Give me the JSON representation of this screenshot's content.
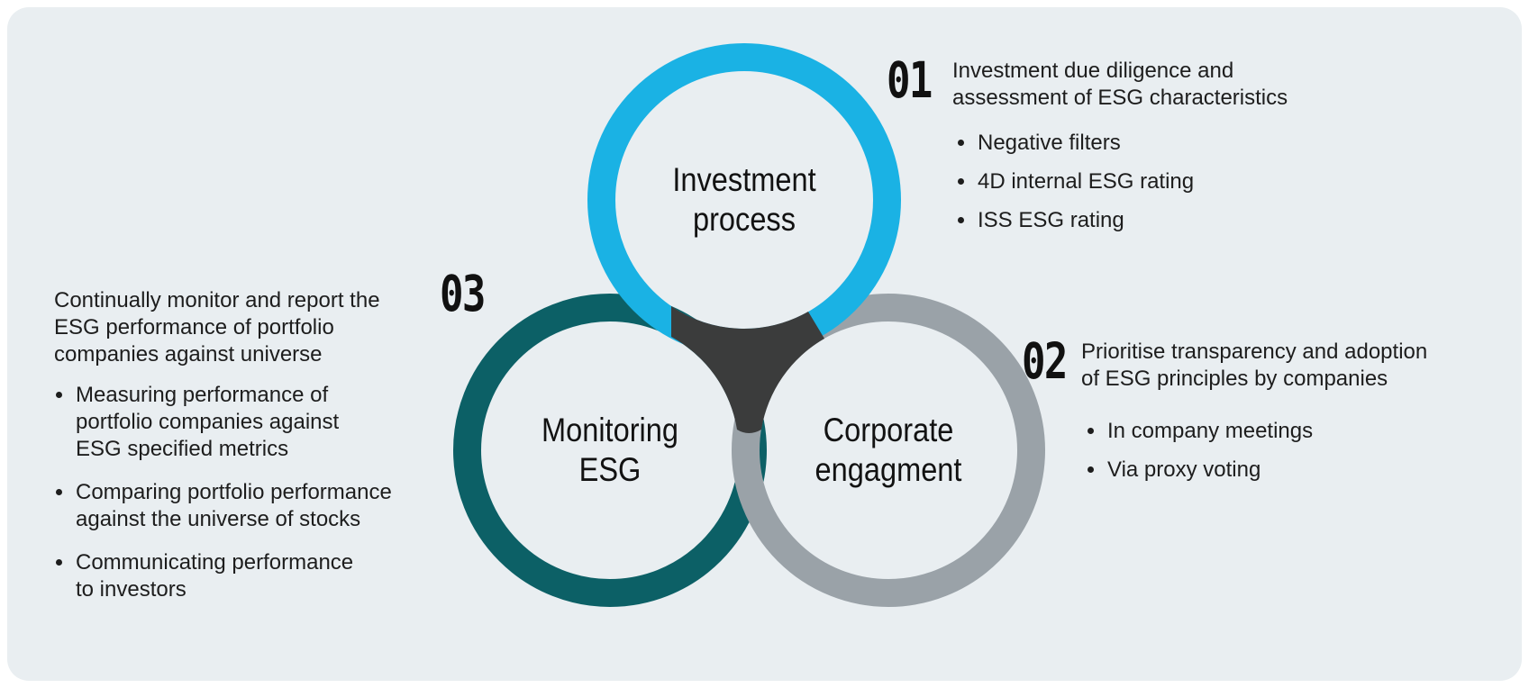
{
  "colors": {
    "page": "#ffffff",
    "panel": "#e9eef1",
    "cyan": "#1ab2e4",
    "teal": "#0c6066",
    "gray": "#9aa2a8",
    "dark": "#3b3c3c",
    "text": "#1d1d1d"
  },
  "circles": [
    {
      "id": "investment-process",
      "label_lines": [
        "Investment",
        "process"
      ]
    },
    {
      "id": "corporate-engagement",
      "label_lines": [
        "Corporate",
        "engagment"
      ]
    },
    {
      "id": "monitoring-esg",
      "label_lines": [
        "Monitoring",
        "ESG"
      ]
    }
  ],
  "steps": [
    {
      "number": "01",
      "heading": [
        "Investment due diligence and",
        "assessment of ESG characteristics"
      ],
      "bullets": [
        {
          "lines": [
            "Negative filters"
          ]
        },
        {
          "lines": [
            "4D internal ESG rating"
          ]
        },
        {
          "lines": [
            "ISS ESG rating"
          ]
        }
      ]
    },
    {
      "number": "02",
      "heading": [
        "Prioritise transparency and adoption",
        "of ESG principles by companies"
      ],
      "bullets": [
        {
          "lines": [
            "In company meetings"
          ]
        },
        {
          "lines": [
            "Via proxy voting"
          ]
        }
      ]
    },
    {
      "number": "03",
      "heading": [
        "Continually monitor and report the",
        "ESG performance of portfolio",
        "companies against universe"
      ],
      "bullets": [
        {
          "lines": [
            "Measuring performance of",
            "portfolio companies against",
            "ESG specified metrics"
          ]
        },
        {
          "lines": [
            "Comparing portfolio performance",
            "against the universe of stocks"
          ]
        },
        {
          "lines": [
            "Communicating performance",
            "to investors"
          ]
        }
      ]
    }
  ]
}
